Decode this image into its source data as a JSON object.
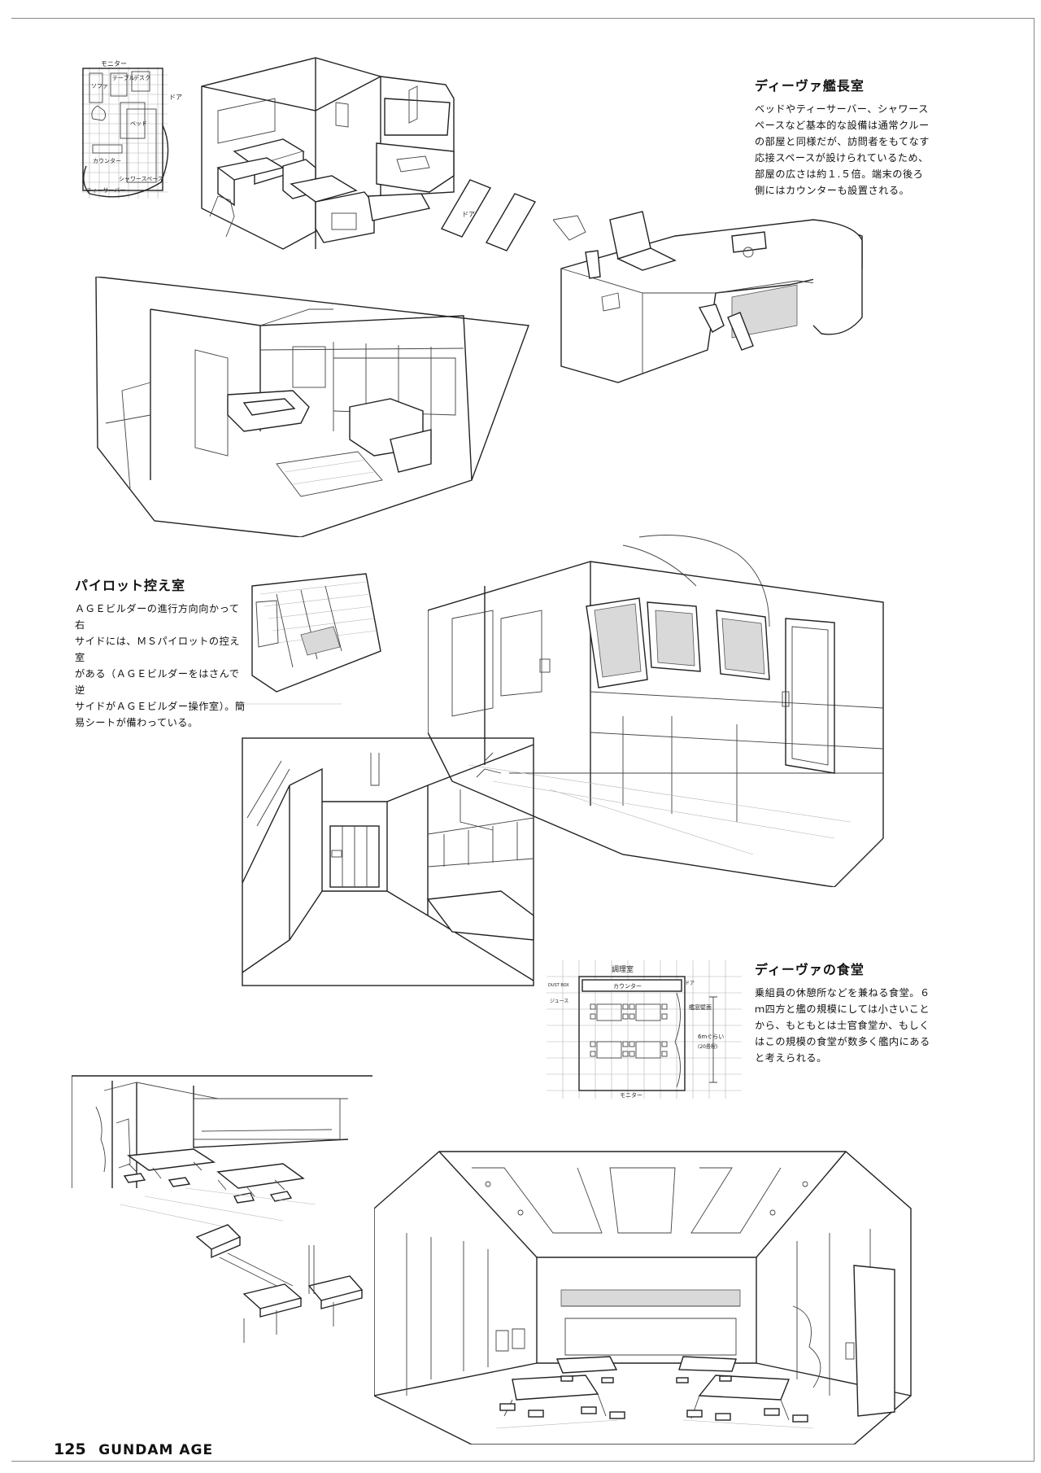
{
  "page": {
    "number": "125",
    "title": "GUNDAM AGE"
  },
  "sections": [
    {
      "title": "ディーヴァ艦長室",
      "body": "ベッドやティーサーバー、シャワース\nペースなど基本的な設備は通常クルー\nの部屋と同様だが、訪問者をもてなす\n応接スペースが設けられているため、\n部屋の広さは約１.５倍。端末の後ろ\n側にはカウンターも設置される。"
    },
    {
      "title": "パイロット控え室",
      "body": "ＡＧＥビルダーの進行方向向かって右\nサイドには、ＭＳパイロットの控え室\nがある（ＡＧＥビルダーをはさんで逆\nサイドがＡＧＥビルダー操作室）。簡\n易シートが備わっている。"
    },
    {
      "title": "ディーヴァの食堂",
      "body": "乗組員の休憩所などを兼ねる食堂。６\nｍ四方と艦の規模にしては小さいこと\nから、もともとは士官食堂か、もしく\nはこの規模の食堂が数多く艦内にある\nと考えられる。"
    }
  ],
  "sketch_notes": {
    "captain_plan": {
      "monitor": "モニター",
      "sofa": "ソファ",
      "table": "テーブル",
      "desk": "デスク",
      "door": "ドア",
      "bed": "ベッド",
      "counter": "カウンター",
      "shower": "シャワースペース",
      "tea_server": "ティーサーバー"
    },
    "captain_perspective": {
      "door": "ドア"
    },
    "mess_plan": {
      "kitchen": "調理室",
      "counter": "カウンター",
      "dust_box": "DUST BOX",
      "juice": "ジュース",
      "door": "ドア",
      "monitor": "モニター",
      "size_note": "6mぐらい",
      "size_sub": "(20畳程)",
      "side_note": "艦窓壁面"
    }
  }
}
